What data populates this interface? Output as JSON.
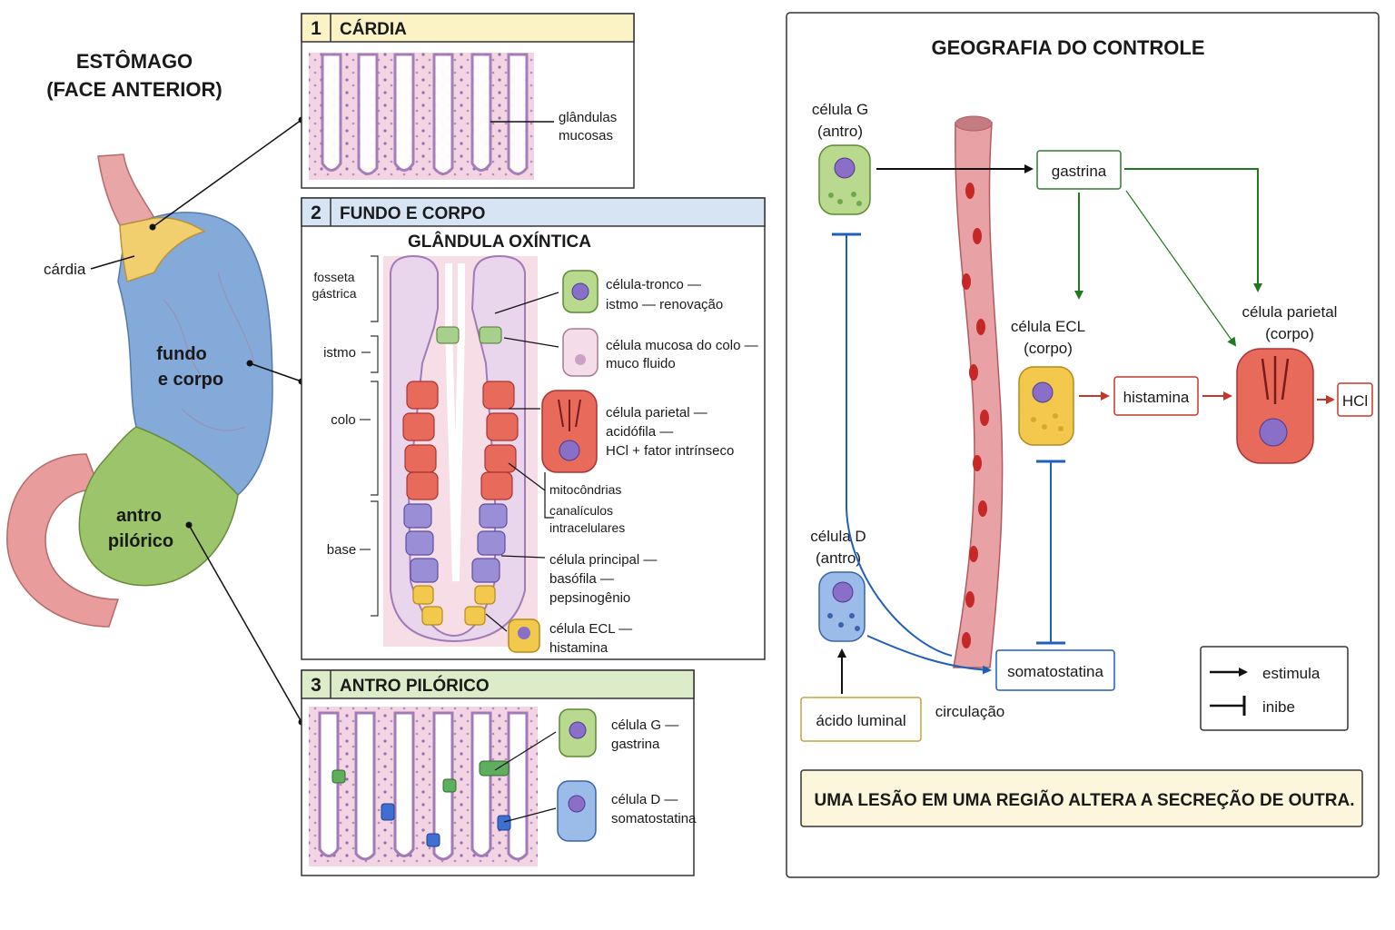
{
  "stomach": {
    "title_line1": "ESTÔMAGO",
    "title_line2": "(FACE ANTERIOR)",
    "label_cardia": "cárdia",
    "label_fundus_line1": "fundo",
    "label_fundus_line2": "e corpo",
    "label_antrum_line1": "antro",
    "label_antrum_line2": "pilórico",
    "colors": {
      "cardia": "#f2cf6e",
      "fundus": "#7ea6d8",
      "antrum": "#9cc46a",
      "esophagus": "#e69a9a"
    }
  },
  "panel1": {
    "number": "1",
    "title": "CÁRDIA",
    "label_line1": "glândulas",
    "label_line2": "mucosas",
    "header_color": "#fbf3c6"
  },
  "panel2": {
    "number": "2",
    "title": "FUNDO E CORPO",
    "subtitle": "GLÂNDULA OXÍNTICA",
    "header_color": "#d6e4f4",
    "regions": {
      "fosseta_line1": "fosseta",
      "fosseta_line2": "gástrica",
      "istmo": "istmo",
      "colo": "colo",
      "base": "base"
    },
    "cells": {
      "stem_line1": "célula-tronco —",
      "stem_line2": "istmo — renovação",
      "mucous_line1": "célula mucosa do colo —",
      "mucous_line2": "muco fluido",
      "parietal_line1": "célula parietal —",
      "parietal_line2": "acidófila —",
      "parietal_line3": "HCl + fator intrínseco",
      "mito": "mitocôndrias",
      "canal_line1": "canalículos",
      "canal_line2": "intracelulares",
      "chief_line1": "célula principal —",
      "chief_line2": "basófila —",
      "chief_line3": "pepsinogênio",
      "ecl_line1": "célula ECL —",
      "ecl_line2": "histamina"
    }
  },
  "panel3": {
    "number": "3",
    "title": "ANTRO PILÓRICO",
    "header_color": "#dcebc8",
    "g_line1": "célula G —",
    "g_line2": "gastrina",
    "d_line1": "célula D —",
    "d_line2": "somatostatina"
  },
  "control": {
    "title": "GEOGRAFIA DO CONTROLE",
    "g_cell_line1": "célula G",
    "g_cell_line2": "(antro)",
    "d_cell_line1": "célula D",
    "d_cell_line2": "(antro)",
    "ecl_line1": "célula ECL",
    "ecl_line2": "(corpo)",
    "parietal_line1": "célula parietal",
    "parietal_line2": "(corpo)",
    "gastrina": "gastrina",
    "histamina": "histamina",
    "hcl": "HCl",
    "somatostatina": "somatostatina",
    "acido_luminal": "ácido luminal",
    "circulacao": "circulação",
    "legend_stimulate": "estimula",
    "legend_inhibit": "inibe",
    "footer": "UMA LESÃO EM UMA REGIÃO ALTERA A SECREÇÃO DE OUTRA.",
    "colors": {
      "stimulate": "#1f7a1f",
      "inhibit": "#1f5fb8",
      "histamine": "#c0392b",
      "box_footer": "#fbf6dc"
    }
  }
}
